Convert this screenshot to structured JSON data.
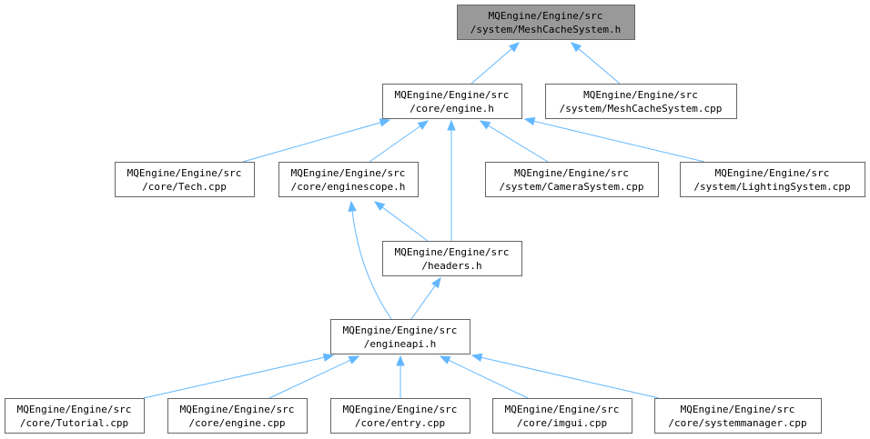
{
  "diagram": {
    "type": "dependency-graph",
    "nodes": [
      {
        "id": "meshcache_h",
        "line1": "MQEngine/Engine/src",
        "line2": "/system/MeshCacheSystem.h",
        "highlighted": true
      },
      {
        "id": "engine_h",
        "line1": "MQEngine/Engine/src",
        "line2": "/core/engine.h"
      },
      {
        "id": "meshcache_cpp",
        "line1": "MQEngine/Engine/src",
        "line2": "/system/MeshCacheSystem.cpp"
      },
      {
        "id": "tech_cpp",
        "line1": "MQEngine/Engine/src",
        "line2": "/core/Tech.cpp"
      },
      {
        "id": "enginescope_h",
        "line1": "MQEngine/Engine/src",
        "line2": "/core/enginescope.h"
      },
      {
        "id": "camera_cpp",
        "line1": "MQEngine/Engine/src",
        "line2": "/system/CameraSystem.cpp"
      },
      {
        "id": "lighting_cpp",
        "line1": "MQEngine/Engine/src",
        "line2": "/system/LightingSystem.cpp"
      },
      {
        "id": "headers_h",
        "line1": "MQEngine/Engine/src",
        "line2": "/headers.h"
      },
      {
        "id": "engineapi_h",
        "line1": "MQEngine/Engine/src",
        "line2": "/engineapi.h"
      },
      {
        "id": "tutorial_cpp",
        "line1": "MQEngine/Engine/src",
        "line2": "/core/Tutorial.cpp"
      },
      {
        "id": "engine_cpp",
        "line1": "MQEngine/Engine/src",
        "line2": "/core/engine.cpp"
      },
      {
        "id": "entry_cpp",
        "line1": "MQEngine/Engine/src",
        "line2": "/core/entry.cpp"
      },
      {
        "id": "imgui_cpp",
        "line1": "MQEngine/Engine/src",
        "line2": "/core/imgui.cpp"
      },
      {
        "id": "sysmgr_cpp",
        "line1": "MQEngine/Engine/src",
        "line2": "/core/systemmanager.cpp"
      }
    ],
    "edges": [
      {
        "from": "engine_h",
        "to": "meshcache_h"
      },
      {
        "from": "meshcache_cpp",
        "to": "meshcache_h"
      },
      {
        "from": "tech_cpp",
        "to": "engine_h"
      },
      {
        "from": "enginescope_h",
        "to": "engine_h"
      },
      {
        "from": "headers_h",
        "to": "engine_h"
      },
      {
        "from": "camera_cpp",
        "to": "engine_h"
      },
      {
        "from": "lighting_cpp",
        "to": "engine_h"
      },
      {
        "from": "headers_h",
        "to": "enginescope_h"
      },
      {
        "from": "engineapi_h",
        "to": "enginescope_h"
      },
      {
        "from": "engineapi_h",
        "to": "headers_h"
      },
      {
        "from": "tutorial_cpp",
        "to": "engineapi_h"
      },
      {
        "from": "engine_cpp",
        "to": "engineapi_h"
      },
      {
        "from": "entry_cpp",
        "to": "engineapi_h"
      },
      {
        "from": "imgui_cpp",
        "to": "engineapi_h"
      },
      {
        "from": "sysmgr_cpp",
        "to": "engineapi_h"
      }
    ]
  }
}
